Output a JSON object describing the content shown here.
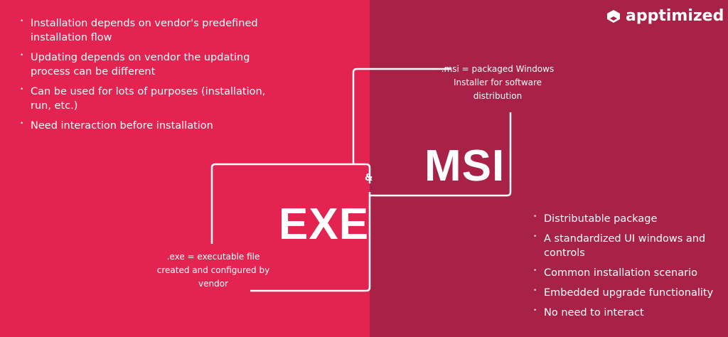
{
  "brand": {
    "name": "apptimized",
    "mark": "®"
  },
  "exe": {
    "title": "EXE",
    "caption": ".exe = executable file created and configured by vendor",
    "points": [
      "Installation depends on vendor's predefined installation flow",
      "Updating depends on vendor the updating process can be different",
      "Can be used for lots of purposes (installation, run, etc.)",
      "Need interaction before installation"
    ]
  },
  "msi": {
    "title": "MSI",
    "caption": ".msi = packaged Windows Installer for software distribution",
    "points": [
      "Distributable package",
      "A standardized UI windows and controls",
      "Common installation scenario",
      "Embedded upgrade functionality",
      "No need to interact"
    ]
  },
  "connector": "&",
  "colors": {
    "left": "#e32350",
    "right": "#a82147"
  }
}
